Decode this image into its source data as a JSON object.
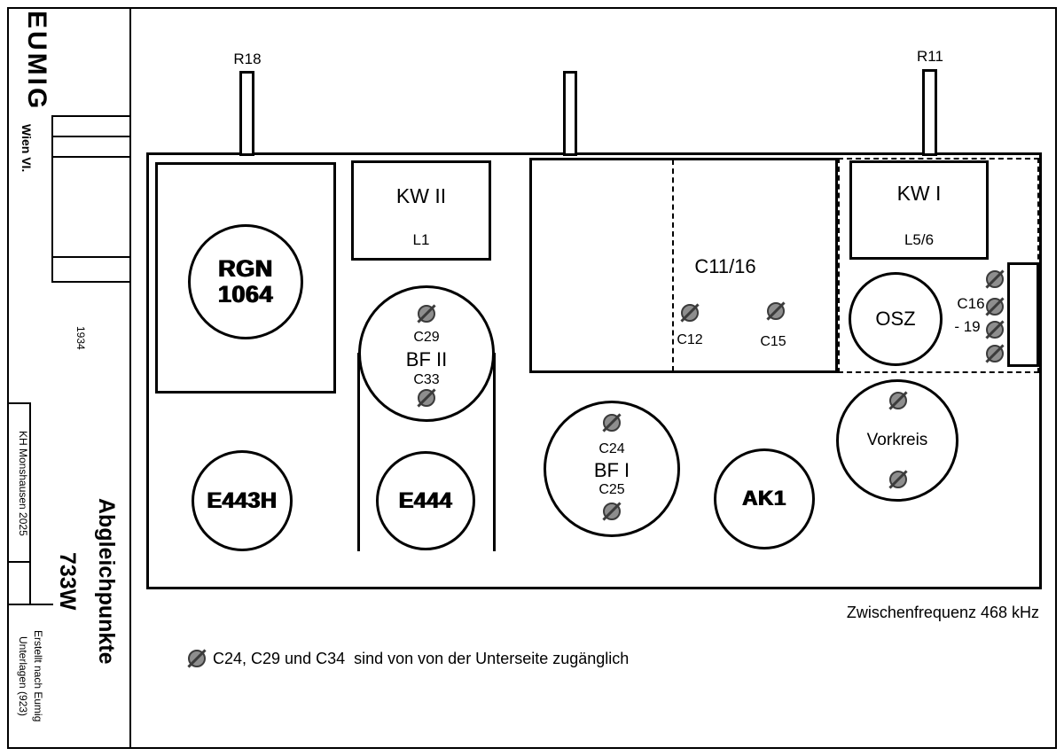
{
  "title_block": {
    "company": "EUMIG",
    "city": "Wien VI.",
    "year": "1934",
    "author": "KH Monshausen 2025",
    "title_line1": "Abgleichpunkte",
    "title_line2": "733W",
    "credit_line1": "Erstellt nach Eumig",
    "credit_line2": "Unterlagen (923)"
  },
  "resistors": {
    "r18": "R18",
    "r11": "R11"
  },
  "coil_boxes": {
    "kw2": {
      "title": "KW II",
      "sub": "L1"
    },
    "kw1": {
      "title": "KW I",
      "sub": "L5/6"
    }
  },
  "capacitor_block": {
    "label": "C11/16",
    "c12": "C12",
    "c15": "C15"
  },
  "tubes": {
    "rgn_line1": "RGN",
    "rgn_line2": "1064",
    "e443h": "E443H",
    "e444": "E444",
    "ak1": "AK1",
    "osz": "OSZ",
    "vorkreis": "Vorkreis",
    "bf2": {
      "top_cap": "C29",
      "name": "BF II",
      "bottom_cap": "C33"
    },
    "bf1": {
      "top_cap": "C24",
      "name": "BF I",
      "bottom_cap": "C25"
    }
  },
  "c16_19": {
    "line1": "C16",
    "line2": "- 19"
  },
  "notes": {
    "intermediate_frequency": "Zwischenfrequenz 468 kHz",
    "legend": "C24, C29 und C34  sind von von der Unterseite zugänglich"
  }
}
